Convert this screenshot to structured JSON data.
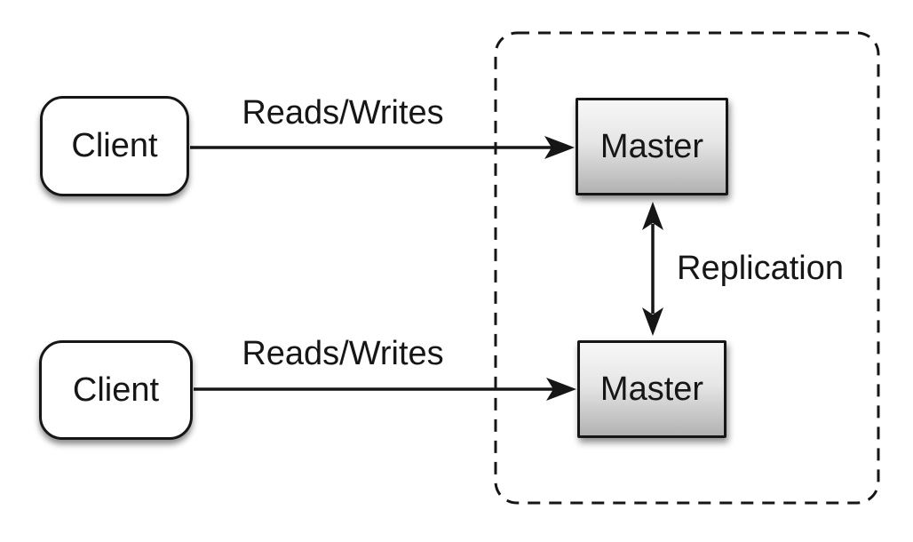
{
  "diagram": {
    "background": "#ffffff",
    "nodes": {
      "client_top": {
        "label": "Client"
      },
      "client_bottom": {
        "label": "Client"
      },
      "master_top": {
        "label": "Master"
      },
      "master_bottom": {
        "label": "Master"
      }
    },
    "edge_labels": {
      "reads_writes_top": "Reads/Writes",
      "reads_writes_bottom": "Reads/Writes",
      "replication": "Replication"
    },
    "colors": {
      "stroke": "#161616",
      "client_fill": "#ffffff",
      "master_gradient_top": "#f7f7f7",
      "master_gradient_bottom": "#b2b2b2"
    }
  }
}
